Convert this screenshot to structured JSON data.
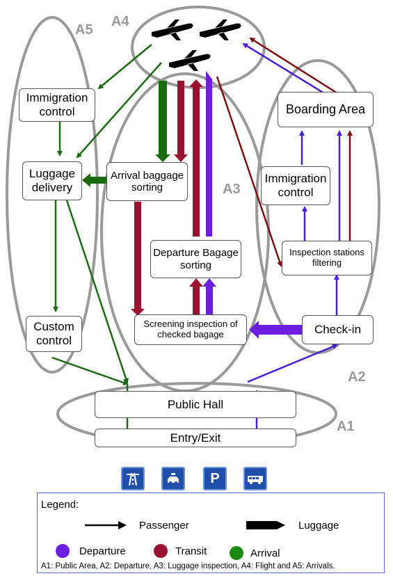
{
  "areas": {
    "a1": "A1",
    "a2": "A2",
    "a3": "A3",
    "a4": "A4",
    "a5": "A5"
  },
  "nodes": {
    "immigration_arrival": "Immigration control",
    "luggage_delivery": "Luggage delivery",
    "custom_control": "Custom control",
    "arrival_sorting": "Arrival baggage sorting",
    "departure_sorting": "Departure Bagage sorting",
    "screening": "Screening inspection of checked bagage",
    "boarding": "Boarding Area",
    "immigration_departure": "Immigration control",
    "inspection_stations": "Inspection stations filtering",
    "checkin": "Check-in",
    "public_hall": "Public Hall",
    "entry_exit": "Entry/Exit"
  },
  "icons": [
    "motorway-icon",
    "taxi-icon",
    "parking-icon",
    "bus-icon"
  ],
  "legend": {
    "title": "Legend:",
    "passenger": "Passenger",
    "luggage": "Luggage",
    "departure": "Departure",
    "transit": "Transit",
    "arrival": "Arrival",
    "footnote": "A1: Public Area, A2: Departure, A3: Luggage inspection, A4: Flight and A5: Arrivals."
  },
  "colors": {
    "departure": "#6a1fe0",
    "transit": "#9a1030",
    "arrival": "#1a6a12",
    "ellipse": "#9a9a9a"
  }
}
